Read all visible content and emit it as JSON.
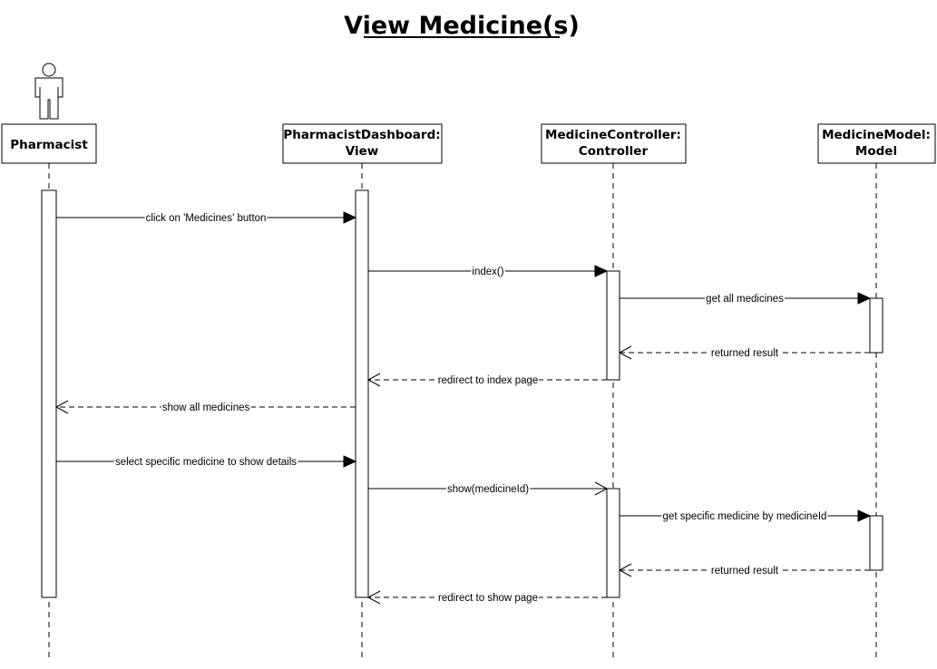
{
  "title": "View Medicine(s)",
  "participants": [
    {
      "id": "pharmacist",
      "lines": [
        "Pharmacist"
      ],
      "actor": true
    },
    {
      "id": "dashboard",
      "lines": [
        "PharmacistDashboard:",
        "View"
      ],
      "actor": false
    },
    {
      "id": "controller",
      "lines": [
        "MedicineController:",
        "Controller"
      ],
      "actor": false
    },
    {
      "id": "model",
      "lines": [
        "MedicineModel:",
        "Model"
      ],
      "actor": false
    }
  ],
  "messages": [
    {
      "from": "pharmacist",
      "to": "dashboard",
      "label": "click on 'Medicines' button",
      "kind": "sync"
    },
    {
      "from": "dashboard",
      "to": "controller",
      "label": "index()",
      "kind": "sync"
    },
    {
      "from": "controller",
      "to": "model",
      "label": "get all medicines",
      "kind": "sync"
    },
    {
      "from": "model",
      "to": "controller",
      "label": "returned result",
      "kind": "return"
    },
    {
      "from": "controller",
      "to": "dashboard",
      "label": "redirect to index page",
      "kind": "return"
    },
    {
      "from": "dashboard",
      "to": "pharmacist",
      "label": "show all medicines",
      "kind": "return"
    },
    {
      "from": "pharmacist",
      "to": "dashboard",
      "label": "select specific medicine to show details",
      "kind": "sync"
    },
    {
      "from": "dashboard",
      "to": "controller",
      "label": "show(medicineId)",
      "kind": "async"
    },
    {
      "from": "controller",
      "to": "model",
      "label": "get specific medicine by medicineId",
      "kind": "sync"
    },
    {
      "from": "model",
      "to": "controller",
      "label": "returned result",
      "kind": "return"
    },
    {
      "from": "controller",
      "to": "dashboard",
      "label": "redirect to show page",
      "kind": "return"
    }
  ]
}
